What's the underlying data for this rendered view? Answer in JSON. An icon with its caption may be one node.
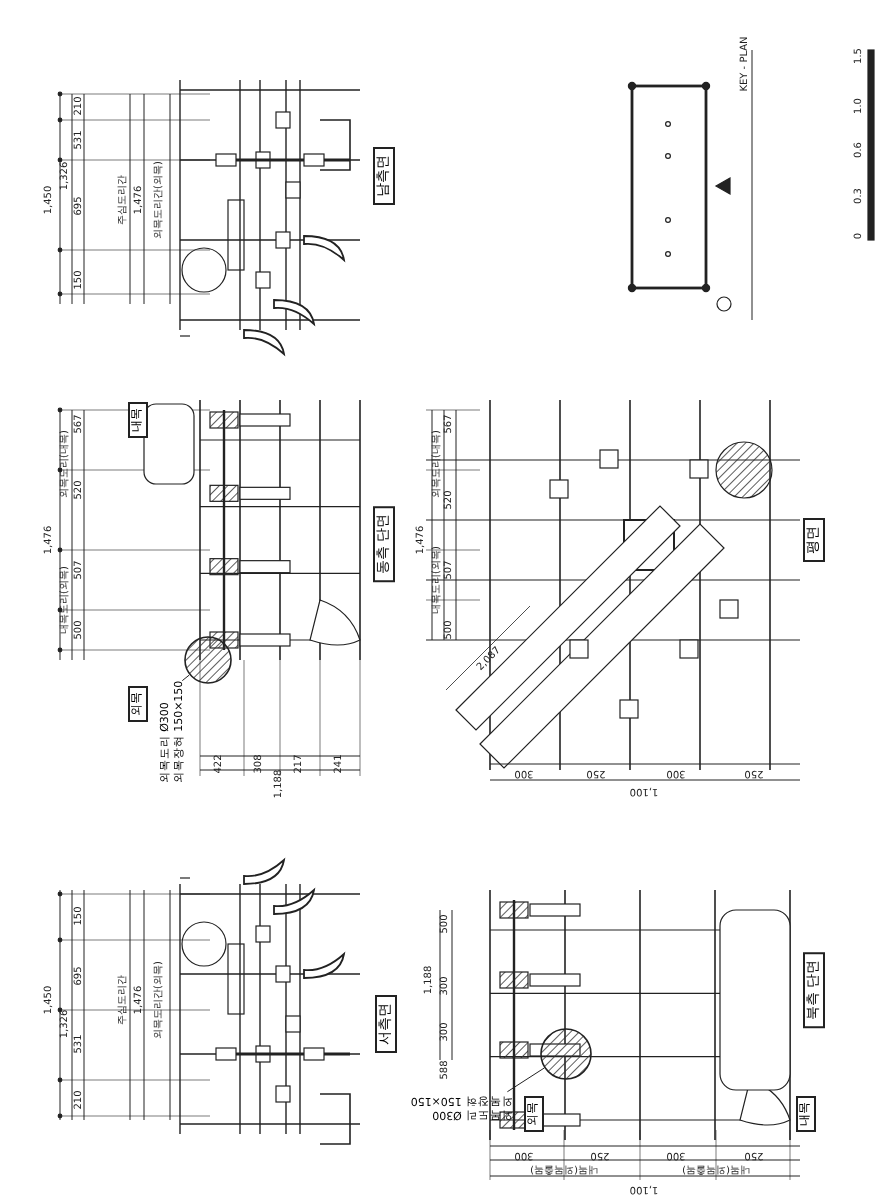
{
  "diagram": {
    "nodes": [
      {
        "text": [
          "남측면"
        ]
      },
      {
        "text": [
          "동측 단면"
        ]
      },
      {
        "text": [
          "내목"
        ]
      },
      {
        "text": [
          "외목"
        ]
      },
      {
        "text": [
          "외목도리 Ø300",
          "외목장혀 150×150"
        ]
      },
      {
        "text": [],
        "shape": "circle"
      },
      {
        "text": [
          "서측면"
        ]
      },
      {
        "text": [
          "평면"
        ]
      },
      {
        "text": [
          "북측 단면"
        ]
      },
      {
        "text": [
          "외목"
        ]
      },
      {
        "text": [
          "내목"
        ]
      },
      {
        "text": [
          "외목도리 Ø300",
          "외목장혀 150×150"
        ]
      },
      {
        "text": [],
        "shape": "circle"
      }
    ],
    "edges": [
      {
        "from": 4,
        "to": 5,
        "arrow": "none"
      },
      {
        "from": 11,
        "to": 12,
        "arrow": "none"
      }
    ],
    "labels": [
      "1,450",
      "1,326",
      "210",
      "531",
      "695",
      "150",
      "주심도리간",
      "1,476",
      "외목도리간(외목)",
      "1,476",
      "외목도리(내목)",
      "내목도리(외목)",
      "567",
      "520",
      "507",
      "500",
      "422",
      "308",
      "217",
      "241",
      "1,188",
      "1,450",
      "1,326",
      "150",
      "695",
      "531",
      "210",
      "주심도리간",
      "1,476",
      "외목도리간(외목)",
      "1,476",
      "외목도리(내목)",
      "내목도리(외목)",
      "567",
      "520",
      "507",
      "500",
      "2,087",
      "300",
      "250",
      "300",
      "250",
      "1,100",
      "1,188",
      "500",
      "300",
      "300",
      "588",
      "300",
      "250",
      "300",
      "250",
      "내목(외목출목)",
      "내목(외목출목)",
      "1,100",
      "KEY - PLAN",
      "0",
      "0.3",
      "0.6",
      "1.0",
      "1.5"
    ]
  }
}
